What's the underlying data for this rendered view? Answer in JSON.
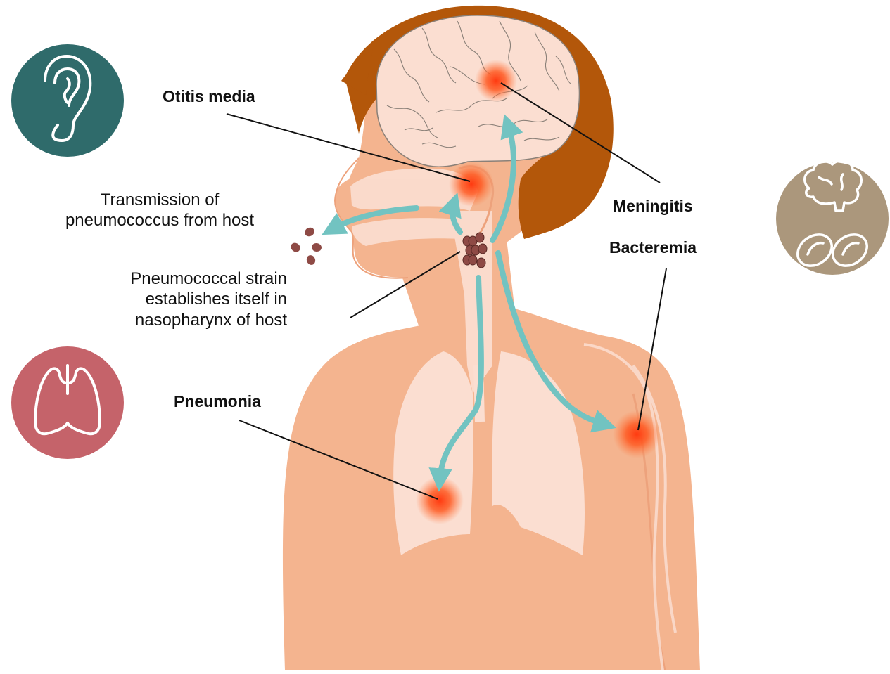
{
  "labels": {
    "otitis_media": "Otitis media",
    "meningitis": "Meningitis",
    "bacteremia": "Bacteremia",
    "pneumonia": "Pneumonia",
    "transmission_line1": "Transmission of",
    "transmission_line2": "pneumococcus from host",
    "establish_line1": "Pneumococcal strain",
    "establish_line2": "establishes itself in",
    "establish_line3": "nasopharynx of host"
  },
  "icons": {
    "ear": {
      "name": "ear-icon",
      "bg": "#2f6b6b"
    },
    "lungs": {
      "name": "lungs-icon",
      "bg": "#c5636a"
    },
    "brain_bacteria": {
      "name": "brain-bacteria-icon",
      "bg": "#ab977c"
    }
  },
  "colors": {
    "skin": "#f4b48f",
    "skin_shade": "#eda27c",
    "hair": "#b3570a",
    "organ_fill": "#fbded1",
    "arrow": "#72c3c1",
    "bacteria": "#8e4a45",
    "infection": "#ff4a1c"
  }
}
